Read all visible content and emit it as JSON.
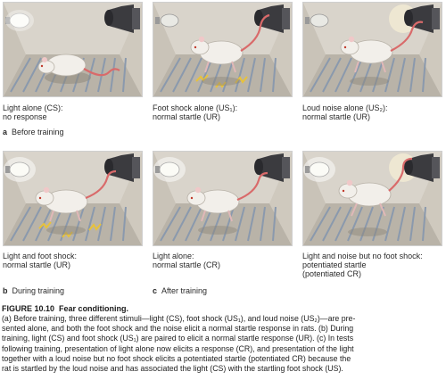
{
  "panels": [
    {
      "caption": [
        "Light alone (CS):",
        "no response"
      ]
    },
    {
      "caption": [
        "Foot shock alone (US₁):",
        "normal startle (UR)"
      ]
    },
    {
      "caption": [
        "Loud noise alone (US₂):",
        "normal startle (UR)"
      ]
    },
    {
      "caption": [
        "Light and foot shock:",
        "normal startle (UR)"
      ]
    },
    {
      "caption": [
        "Light alone:",
        "normal startle (CR)"
      ]
    },
    {
      "caption": [
        "Light and noise but no foot shock:",
        "potentiated startle",
        "(potentiated CR)"
      ]
    }
  ],
  "sections": {
    "a": {
      "letter": "a",
      "label": "Before training"
    },
    "b": {
      "letter": "b",
      "label": "During training"
    },
    "c": {
      "letter": "c",
      "label": "After training"
    }
  },
  "figure": {
    "number": "FIGURE 10.10",
    "title": "Fear conditioning.",
    "caption": [
      "(a) Before training, three different stimuli—light (CS), foot shock (US₁), and loud noise (US₂)—are pre-",
      "sented alone, and both the foot shock and the noise elicit a normal startle response in rats. (b) During",
      "training, light (CS) and foot shock (US₁) are paired to elicit a normal startle response (UR). (c) In tests",
      "following training, presentation of light alone now elicits a response (CR), and presentation of the light",
      "together with a loud noise but no foot shock elicits a potentiated startle (potentiated CR) because the",
      "rat is startled by the loud noise and has associated the light (CS) with the startling foot shock (US)."
    ]
  },
  "colors": {
    "wall": "#d9d4cb",
    "floor_bars": "#8a99ad",
    "rat": "#f2efea",
    "tail": "#d96a6a",
    "speaker": "#3b3b3f",
    "shock": "#e8c23a"
  }
}
